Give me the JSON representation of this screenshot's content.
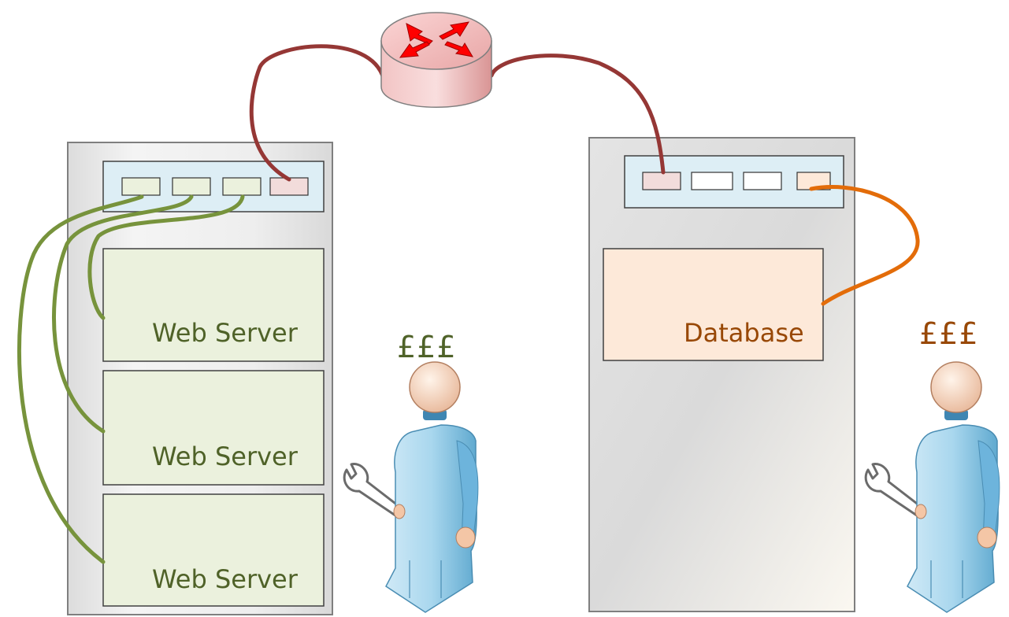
{
  "left_rack": {
    "units": [
      {
        "label": "Web Server"
      },
      {
        "label": "Web Server"
      },
      {
        "label": "Web Server"
      }
    ]
  },
  "right_rack": {
    "units": [
      {
        "label": "Database"
      }
    ]
  },
  "costs": {
    "left": "£££",
    "right": "£££"
  },
  "colors": {
    "web_cable": "#77933c",
    "router_cable": "#953735",
    "db_cable": "#e36c09",
    "web_text": "#4f6228",
    "cost_left": "#4f6228",
    "cost_right": "#984806"
  },
  "icons": [
    "router-icon",
    "technician-icon",
    "wrench-icon"
  ]
}
